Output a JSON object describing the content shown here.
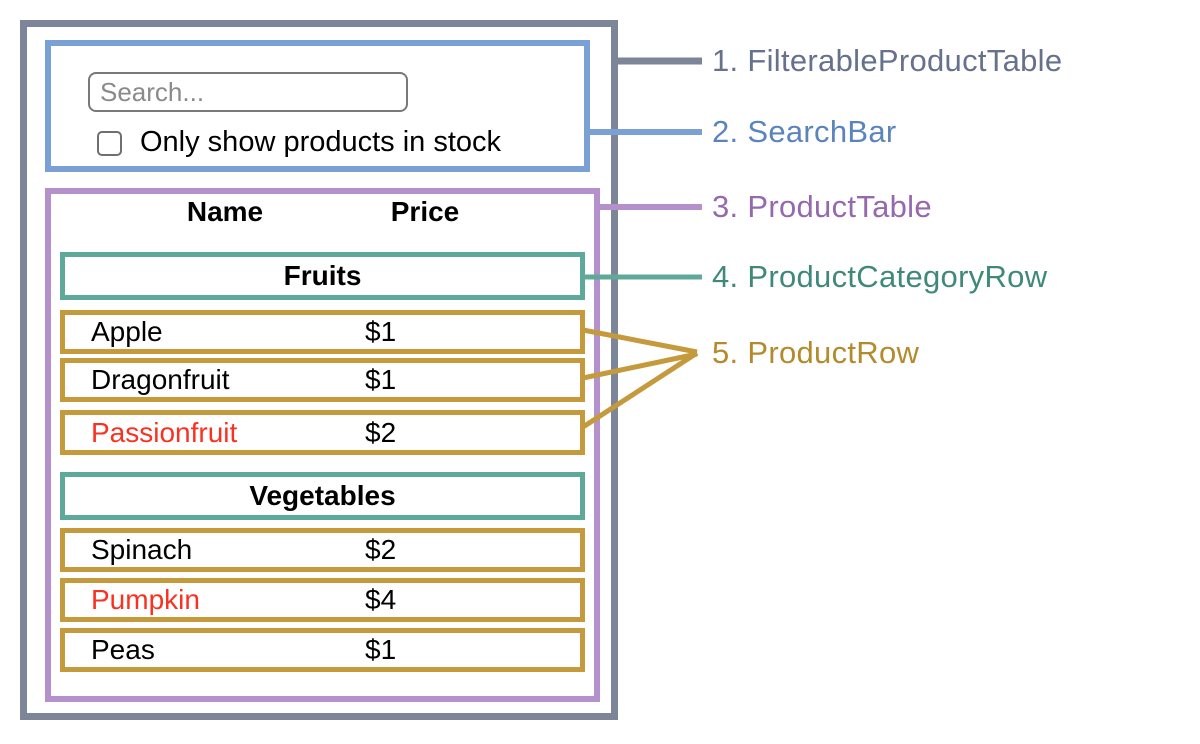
{
  "palette": {
    "filterable_product_table": {
      "border": "#7D8699",
      "label": "#66718C"
    },
    "search_bar": {
      "border": "#7AA0D6",
      "label": "#5B84BE"
    },
    "product_table": {
      "border": "#B491CB",
      "label": "#9569AD"
    },
    "product_category_row": {
      "border": "#5EA999",
      "label": "#40897A"
    },
    "product_row": {
      "border": "#C49A3C",
      "label": "#B38B2D"
    },
    "out_of_stock_text": "#F93120",
    "default_text": "#000000"
  },
  "annotations": [
    {
      "text": "1. FilterableProductTable"
    },
    {
      "text": "2. SearchBar"
    },
    {
      "text": "3. ProductTable"
    },
    {
      "text": "4. ProductCategoryRow"
    },
    {
      "text": "5. ProductRow"
    }
  ],
  "search_bar": {
    "input_placeholder": "Search...",
    "input_value": "",
    "checkbox_checked": false,
    "checkbox_label": "Only show products in stock"
  },
  "table": {
    "headers": {
      "name": "Name",
      "price": "Price"
    },
    "sections": [
      {
        "category": "Fruits",
        "rows": [
          {
            "name": "Apple",
            "price": "$1",
            "stocked": true
          },
          {
            "name": "Dragonfruit",
            "price": "$1",
            "stocked": true
          },
          {
            "name": "Passionfruit",
            "price": "$2",
            "stocked": false
          }
        ]
      },
      {
        "category": "Vegetables",
        "rows": [
          {
            "name": "Spinach",
            "price": "$2",
            "stocked": true
          },
          {
            "name": "Pumpkin",
            "price": "$4",
            "stocked": false
          },
          {
            "name": "Peas",
            "price": "$1",
            "stocked": true
          }
        ]
      }
    ]
  }
}
